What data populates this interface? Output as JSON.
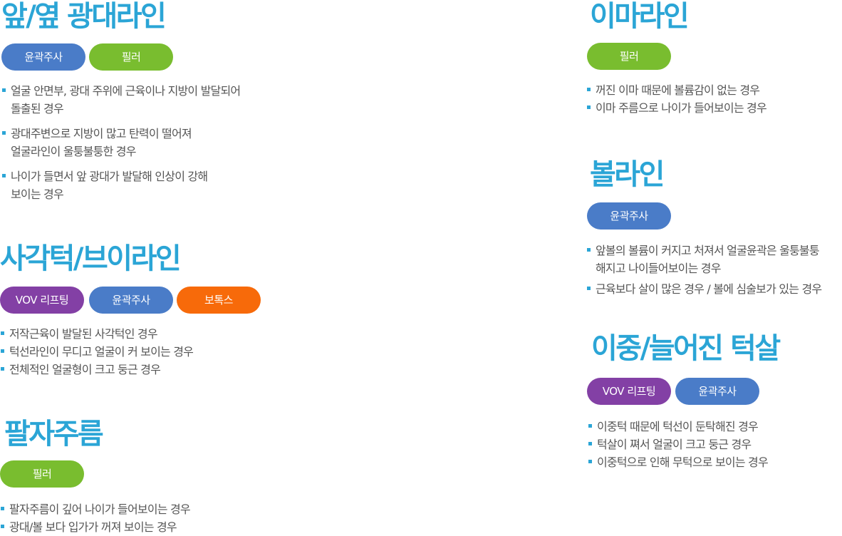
{
  "sections": {
    "cheek": {
      "title": "앞/옆 광대라인",
      "tags": [
        "윤곽주사",
        "필러"
      ],
      "items": [
        {
          "line1": "얼굴 안면부, 광대 주위에 근육이나 지방이 발달되어",
          "line2": "돌출된 경우"
        },
        {
          "line1": "광대주변으로 지방이 많고 탄력이 떨어져",
          "line2": "얼굴라인이 울퉁불퉁한 경우"
        },
        {
          "line1": "나이가 들면서 앞 광대가 발달해 인상이 강해",
          "line2": "보이는 경우"
        }
      ]
    },
    "jaw": {
      "title": "사각턱/브이라인",
      "tags": [
        "VOV 리프팅",
        "윤곽주사",
        "보톡스"
      ],
      "items": [
        "저작근육이 발달된 사각턱인 경우",
        "턱선라인이 무디고 얼굴이 커 보이는 경우",
        "전체적인 얼굴형이 크고 둥근 경우"
      ]
    },
    "nasolabial": {
      "title": "팔자주름",
      "tags": [
        "필러"
      ],
      "items": [
        "팔자주름이 깊어 나이가 들어보이는 경우",
        "광대/볼 보다 입가가 꺼져 보이는 경우"
      ]
    },
    "forehead": {
      "title": "이마라인",
      "tags": [
        "필러"
      ],
      "items": [
        "꺼진 이마 때문에 볼륨감이 없는 경우",
        "이마 주름으로 나이가 들어보이는 경우"
      ]
    },
    "cheekline": {
      "title": "볼라인",
      "tags": [
        "윤곽주사"
      ],
      "items": [
        {
          "line1": "앞볼의 볼륨이 커지고 처져서 얼굴윤곽은 울퉁불퉁",
          "line2": "해지고 나이들어보이는 경우"
        },
        "근육보다 살이 많은 경우 / 볼에 심술보가 있는 경우"
      ]
    },
    "doublechin": {
      "title": "이중/늘어진 턱살",
      "tags": [
        "VOV 리프팅",
        "윤곽주사"
      ],
      "items": [
        "이중턱 때문에 턱선이 둔탁해진 경우",
        "턱살이 쪄서 얼굴이 크고 둥근 경우",
        "이중턱으로 인해 무턱으로 보이는 경우"
      ]
    }
  },
  "colors": {
    "title": "#2ba5d6",
    "bullet": "#2ba5d6",
    "text": "#555555",
    "tag_blue": "#4a7cc8",
    "tag_green": "#79bd2f",
    "tag_purple": "#8340a5",
    "tag_orange": "#f76a0a"
  }
}
